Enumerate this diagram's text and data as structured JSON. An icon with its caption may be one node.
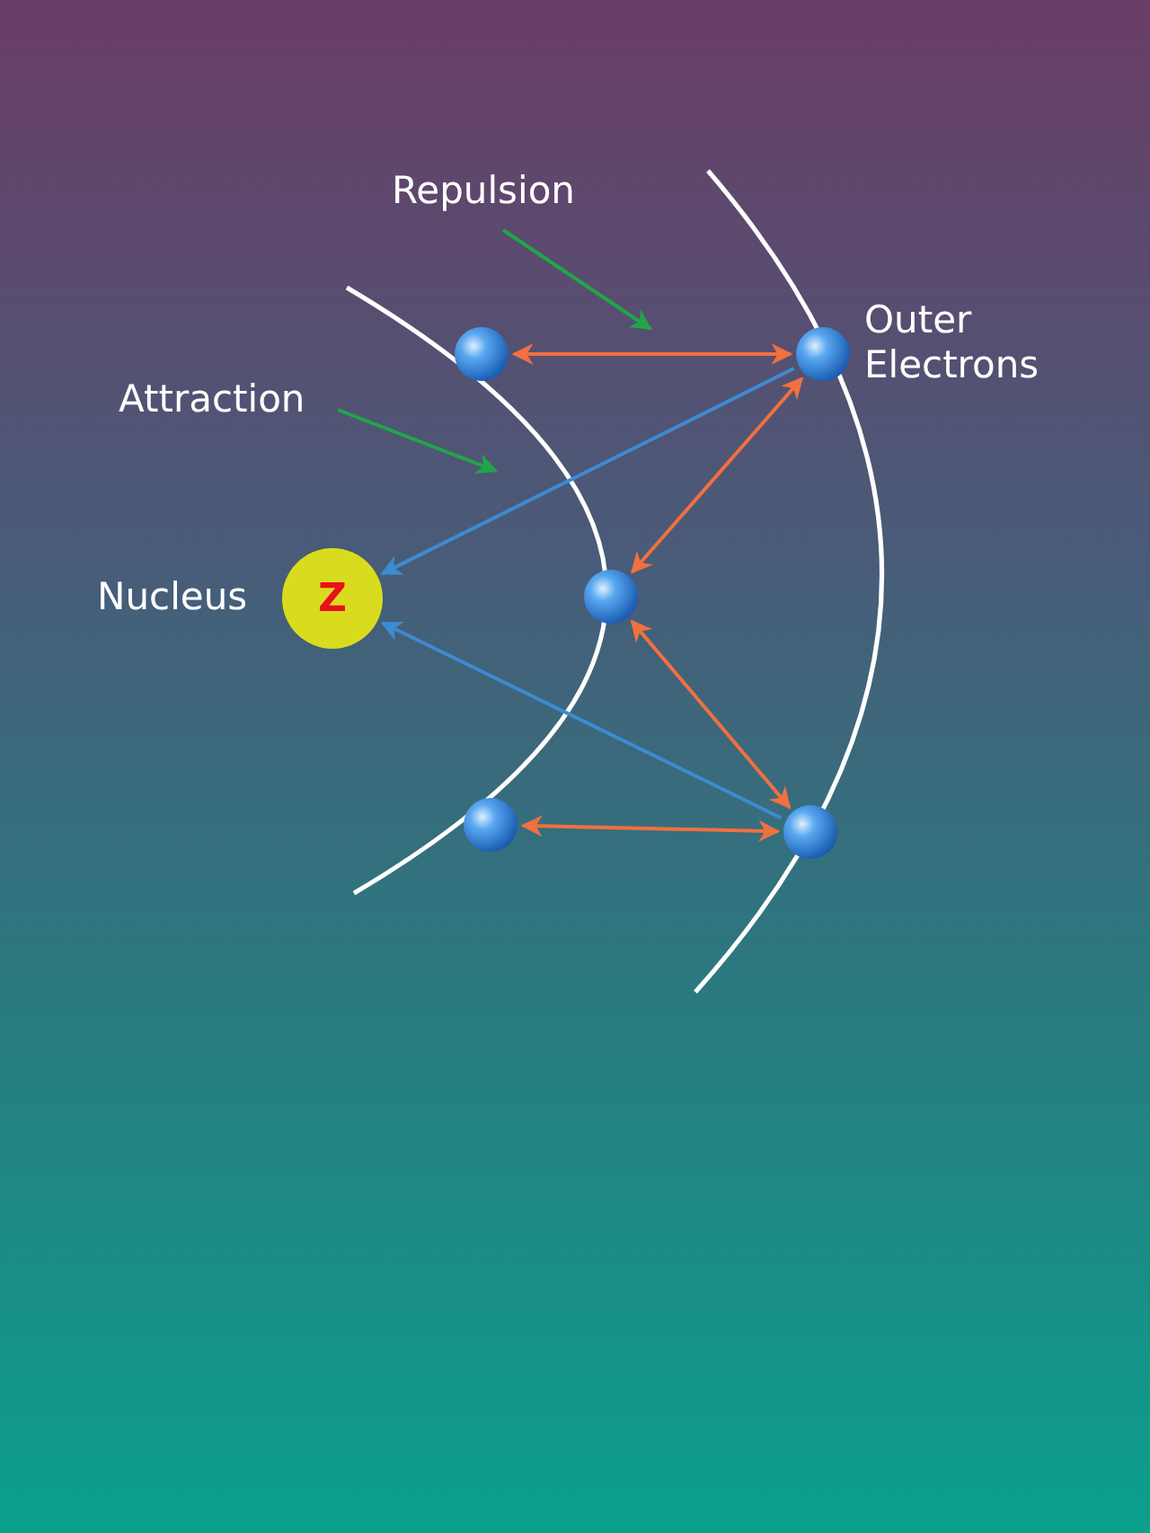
{
  "diagram": {
    "nodes": [
      {
        "text": [
          "Z"
        ],
        "beside": [
          "Nucleus"
        ]
      },
      {
        "text": [],
        "shape": "circle"
      },
      {
        "text": [],
        "shape": "circle"
      },
      {
        "text": [],
        "shape": "circle"
      },
      {
        "text": [],
        "shape": "circle"
      },
      {
        "text": [],
        "shape": "circle"
      },
      {
        "text": [
          "Repulsion"
        ]
      },
      {
        "text": [
          "Attraction"
        ]
      }
    ],
    "edges": [
      {
        "from": 1,
        "to": 2,
        "arrow": "both"
      },
      {
        "from": 2,
        "to": 3,
        "arrow": "both"
      },
      {
        "from": 3,
        "to": 5,
        "arrow": "both"
      },
      {
        "from": 4,
        "to": 5,
        "arrow": "both"
      },
      {
        "from": 2,
        "to": 0,
        "arrow": "to",
        "color": "#3d8bd0"
      },
      {
        "from": 5,
        "to": 0,
        "arrow": "to",
        "color": "#3d8bd0"
      },
      {
        "from": 6,
        "to": null,
        "arrow": "to",
        "color": "#22a54a"
      },
      {
        "from": 7,
        "to": null,
        "arrow": "to",
        "color": "#22a54a"
      }
    ],
    "labels": [
      "Outer Electrons"
    ]
  }
}
